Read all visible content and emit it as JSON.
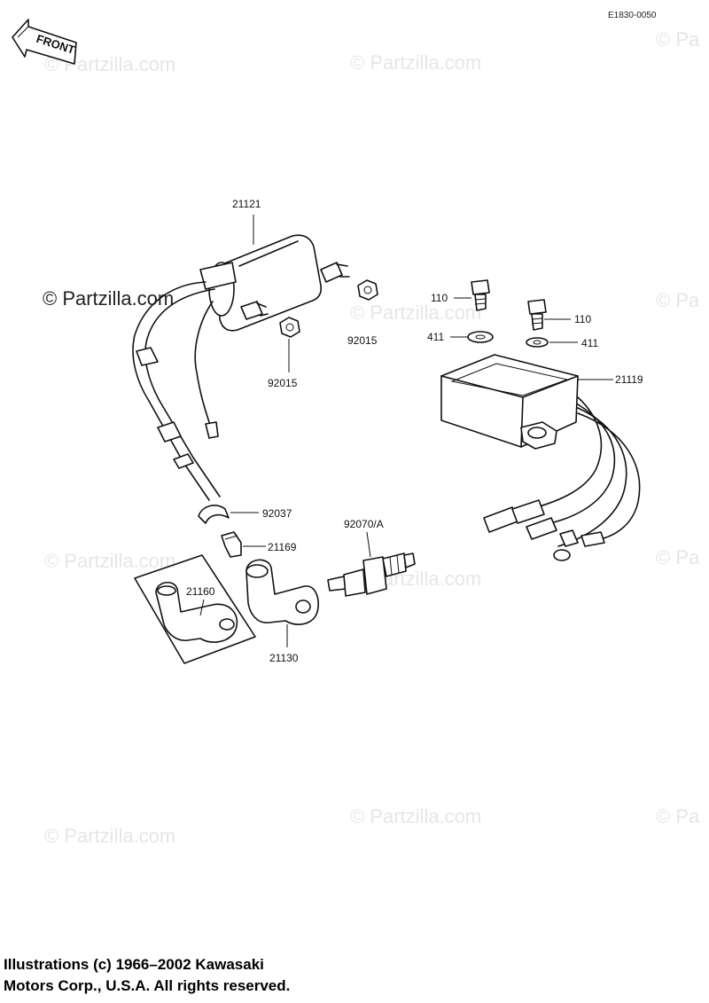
{
  "diagram_code": "E1830-0050",
  "front_label": "FRONT",
  "watermark": {
    "text": "© Partzilla.com",
    "short_text": "© Pa"
  },
  "parts": {
    "ignition_coil": "21121",
    "nut_left": "92015",
    "nut_right": "92015",
    "bolt_left": "110",
    "bolt_right": "110",
    "washer_left": "411",
    "washer_right": "411",
    "igniter": "21119",
    "clamp": "92037",
    "plug_cap_small": "21169",
    "spark_plug": "92070/A",
    "plug_cap_alt": "21160",
    "plug_cap": "21130"
  },
  "copyright": {
    "line1": "Illustrations (c) 1966–2002 Kawasaki",
    "line2": "Motors Corp., U.S.A.  All rights reserved."
  }
}
